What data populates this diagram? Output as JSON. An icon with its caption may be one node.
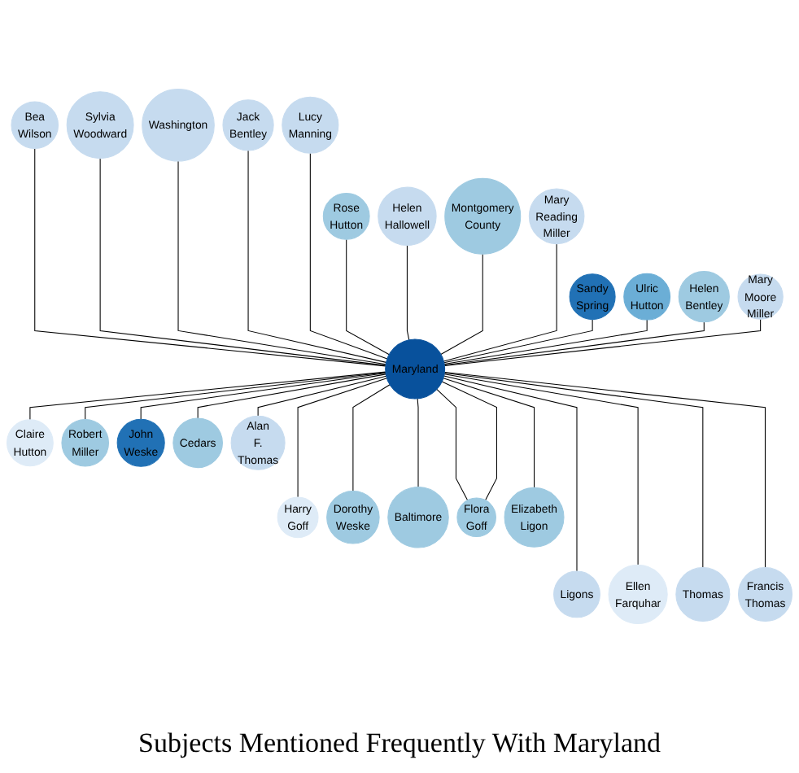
{
  "diagram": {
    "title": "Subjects Mentioned Frequently With Maryland",
    "nodes": [
      {
        "text": [
          "Bea Wilson"
        ]
      },
      {
        "text": [
          "Sylvia Woodward"
        ]
      },
      {
        "text": [
          "Washington"
        ]
      },
      {
        "text": [
          "Jack Bentley"
        ]
      },
      {
        "text": [
          "Lucy Manning"
        ]
      },
      {
        "text": [
          "Rose Hutton"
        ]
      },
      {
        "text": [
          "Helen Hallowell"
        ]
      },
      {
        "text": [
          "Montgomery County"
        ]
      },
      {
        "text": [
          "Mary Reading Miller"
        ]
      },
      {
        "text": [
          "Sandy Spring"
        ]
      },
      {
        "text": [
          "Ulric Hutton"
        ]
      },
      {
        "text": [
          "Helen Bentley"
        ]
      },
      {
        "text": [
          "Mary Moore Miller"
        ]
      },
      {
        "text": [
          "Maryland"
        ]
      },
      {
        "text": [
          "Robert Miller"
        ]
      },
      {
        "text": [
          "Cedars"
        ]
      },
      {
        "text": [
          "Alan F. Thomas"
        ]
      },
      {
        "text": [
          "Claire Hutton"
        ]
      },
      {
        "text": [
          "John Weske"
        ]
      },
      {
        "text": [
          "Elizabeth Ligon"
        ]
      },
      {
        "text": [
          "Dorothy Weske"
        ]
      },
      {
        "text": [
          "Harry Goff"
        ]
      },
      {
        "text": [
          "Ligons"
        ]
      },
      {
        "text": [
          "Flora Goff"
        ]
      },
      {
        "text": [
          "Baltimore"
        ]
      },
      {
        "text": [
          "Ellen Farquhar"
        ]
      },
      {
        "text": [
          "Thomas"
        ]
      },
      {
        "text": [
          "Francis Thomas"
        ]
      }
    ],
    "edges": [
      {
        "from": 13,
        "to": 0,
        "arrow": "none"
      },
      {
        "from": 13,
        "to": 1,
        "arrow": "none"
      },
      {
        "from": 13,
        "to": 2,
        "arrow": "none"
      },
      {
        "from": 13,
        "to": 3,
        "arrow": "none"
      },
      {
        "from": 13,
        "to": 4,
        "arrow": "none"
      },
      {
        "from": 13,
        "to": 5,
        "arrow": "none"
      },
      {
        "from": 13,
        "to": 6,
        "arrow": "none"
      },
      {
        "from": 13,
        "to": 7,
        "arrow": "none"
      },
      {
        "from": 13,
        "to": 8,
        "arrow": "none"
      },
      {
        "from": 13,
        "to": 9,
        "arrow": "none"
      },
      {
        "from": 13,
        "to": 10,
        "arrow": "none"
      },
      {
        "from": 13,
        "to": 11,
        "arrow": "none"
      },
      {
        "from": 13,
        "to": 12,
        "arrow": "none"
      },
      {
        "from": 13,
        "to": 14,
        "arrow": "none"
      },
      {
        "from": 13,
        "to": 15,
        "arrow": "none"
      },
      {
        "from": 13,
        "to": 16,
        "arrow": "none"
      },
      {
        "from": 13,
        "to": 17,
        "arrow": "none"
      },
      {
        "from": 13,
        "to": 18,
        "arrow": "none"
      },
      {
        "from": 13,
        "to": 19,
        "arrow": "none"
      },
      {
        "from": 13,
        "to": 20,
        "arrow": "none"
      },
      {
        "from": 13,
        "to": 21,
        "arrow": "none"
      },
      {
        "from": 13,
        "to": 22,
        "arrow": "none"
      },
      {
        "from": 13,
        "to": 23,
        "arrow": "none"
      },
      {
        "from": 13,
        "to": 23,
        "arrow": "none"
      },
      {
        "from": 13,
        "to": 24,
        "arrow": "none"
      },
      {
        "from": 13,
        "to": 25,
        "arrow": "none"
      },
      {
        "from": 13,
        "to": 26,
        "arrow": "none"
      },
      {
        "from": 13,
        "to": 27,
        "arrow": "none"
      }
    ]
  }
}
